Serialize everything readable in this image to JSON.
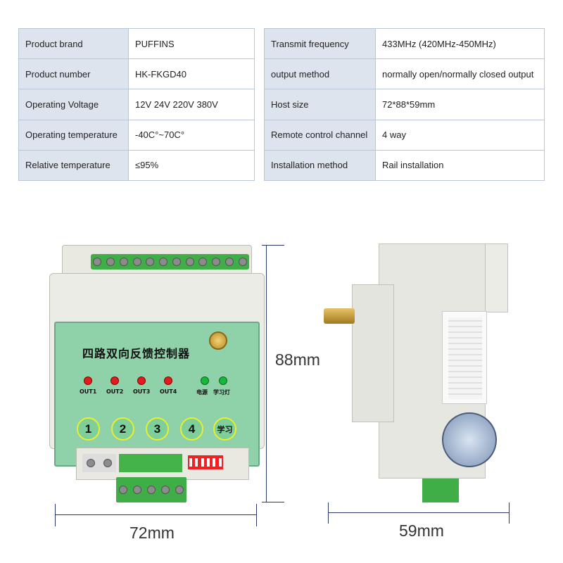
{
  "specs_left": [
    {
      "key": "Product brand",
      "value": "PUFFINS"
    },
    {
      "key": "Product number",
      "value": "HK-FKGD40"
    },
    {
      "key": "Operating Voltage",
      "value": "12V 24V 220V 380V"
    },
    {
      "key": "Operating temperature",
      "value": "-40C°~70C°"
    },
    {
      "key": "Relative temperature",
      "value": "≤95%"
    }
  ],
  "specs_right": [
    {
      "key": "Transmit frequency",
      "value": "433MHz (420MHz-450MHz)"
    },
    {
      "key": "output method",
      "value": "normally open/normally closed output"
    },
    {
      "key": "Host size",
      "value": "72*88*59mm"
    },
    {
      "key": "Remote control channel",
      "value": "4 way"
    },
    {
      "key": "Installation method",
      "value": "Rail installation"
    }
  ],
  "device": {
    "title": "四路双向反馈控制器",
    "leds": [
      "OUT1",
      "OUT2",
      "OUT3",
      "OUT4"
    ],
    "power_label": "电源",
    "learn_led_label": "学习灯",
    "buttons": [
      "1",
      "2",
      "3",
      "4"
    ],
    "learn_button": "学习"
  },
  "dimensions": {
    "height": "88mm",
    "width": "72mm",
    "depth": "59mm"
  },
  "colors": {
    "table_key_bg": "#dde4ee",
    "panel_green": "#8fd1a9",
    "led_red": "#e01c1c",
    "led_green": "#18b83a",
    "terminal_green": "#3fae46"
  }
}
